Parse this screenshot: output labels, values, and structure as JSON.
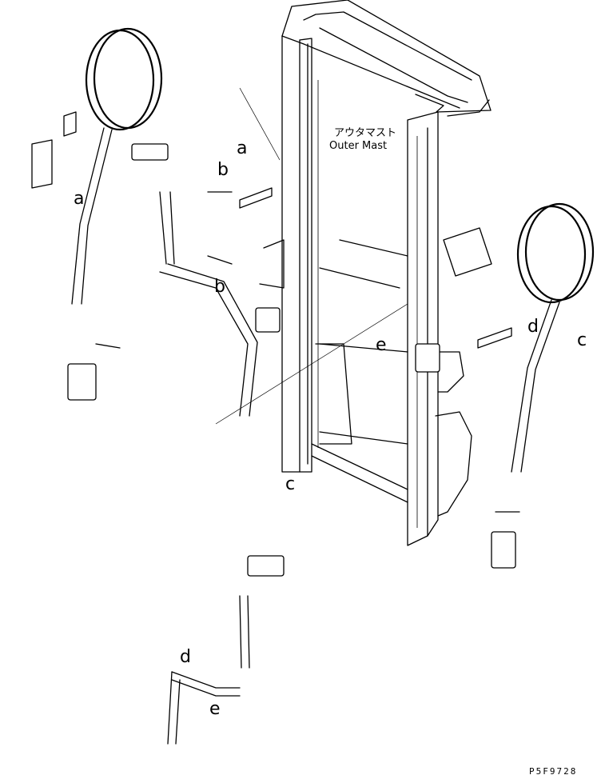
{
  "part_name_jp": "アウタマスト",
  "part_name_en": "Outer Mast",
  "drawing_code": "P5F9728",
  "view_labels": {
    "a": "a",
    "b": "b",
    "c": "c",
    "d": "d",
    "e": "e"
  }
}
